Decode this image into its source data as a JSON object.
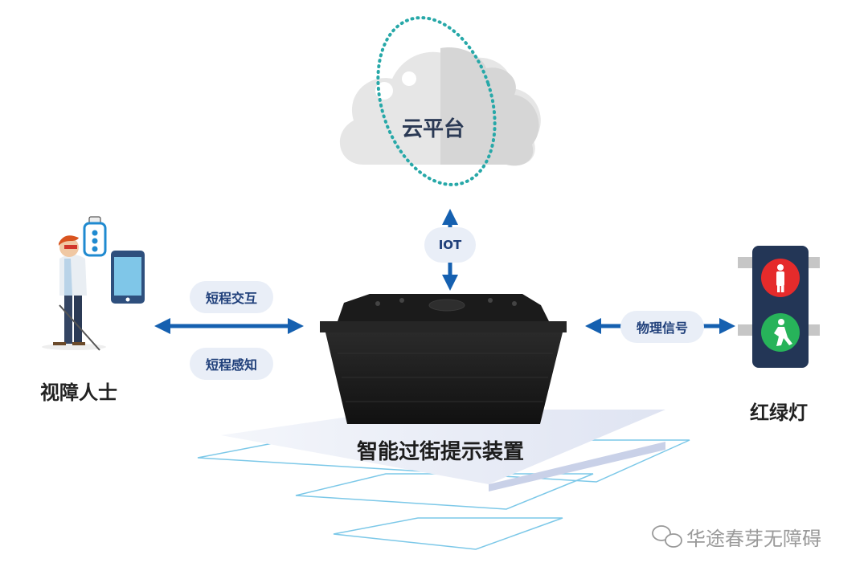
{
  "cloud": {
    "label": "云平台"
  },
  "links": {
    "iot": "IOT",
    "short_interaction": "短程交互",
    "short_sensing": "短程感知",
    "physical_signal": "物理信号"
  },
  "nodes": {
    "blind_person": "视障人士",
    "traffic_light": "红绿灯",
    "device": "智能过街提示装置"
  },
  "watermark": {
    "text": "华途春芽无障碍",
    "icon": "wechat-icon"
  },
  "colors": {
    "arrow": "#1560b0",
    "pill_bg": "#e9eef7",
    "pill_text": "#1f3f7a",
    "cloud": "#e9e9e9",
    "dotted_ring": "#27a8a8",
    "light_red": "#e52b2b",
    "light_green": "#27b35a"
  }
}
